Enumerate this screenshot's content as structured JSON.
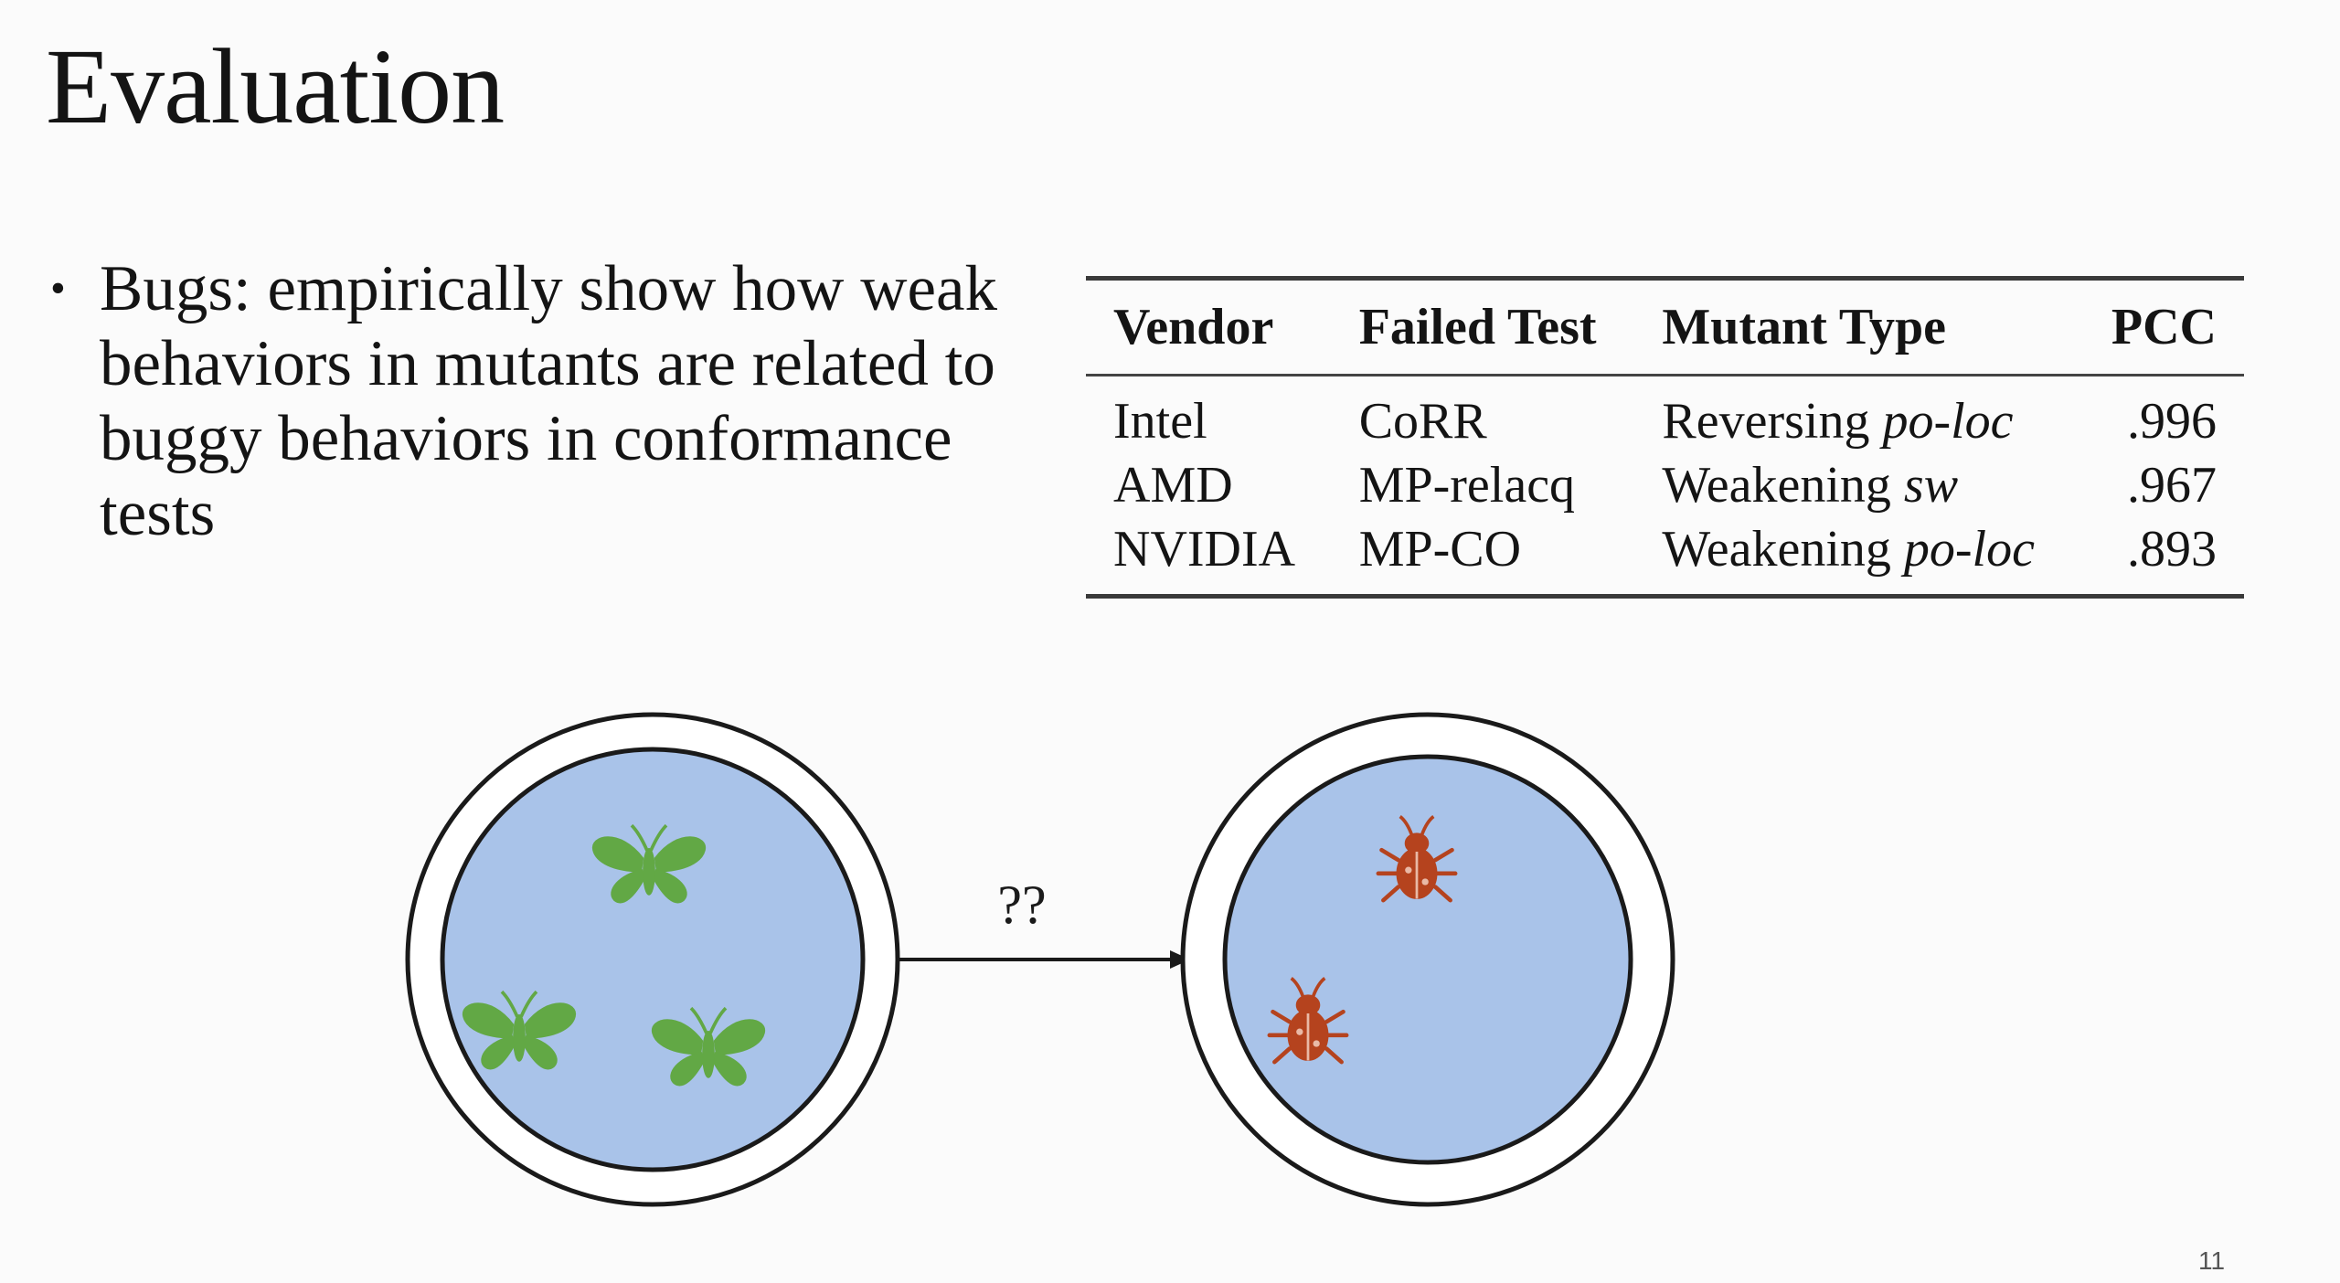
{
  "slide": {
    "title": "Evaluation",
    "bullet": "Bugs: empirically show how weak behaviors in mutants are related to buggy behaviors in conformance tests",
    "page_number": "11"
  },
  "table": {
    "headers": [
      "Vendor",
      "Failed Test",
      "Mutant Type",
      "PCC"
    ],
    "rows": [
      {
        "vendor": "Intel",
        "failed_test": "CoRR",
        "mutant_prefix": "Reversing ",
        "mutant_term": "po-loc",
        "pcc": ".996"
      },
      {
        "vendor": "AMD",
        "failed_test": "MP-relacq",
        "mutant_prefix": "Weakening ",
        "mutant_term": "sw",
        "pcc": ".967"
      },
      {
        "vendor": "NVIDIA",
        "failed_test": "MP-CO",
        "mutant_prefix": "Weakening ",
        "mutant_term": "po-loc",
        "pcc": ".893"
      }
    ]
  },
  "diagram": {
    "arrow_label": "??",
    "colors": {
      "inner_fill": "#a9c3e9",
      "moth": "#62a845",
      "bug": "#b5431e",
      "stroke": "#1a1a1a"
    },
    "left_circle_icons": [
      "moth-icon",
      "moth-icon",
      "moth-icon"
    ],
    "right_circle_icons": [
      "bug-icon",
      "bug-icon"
    ]
  }
}
